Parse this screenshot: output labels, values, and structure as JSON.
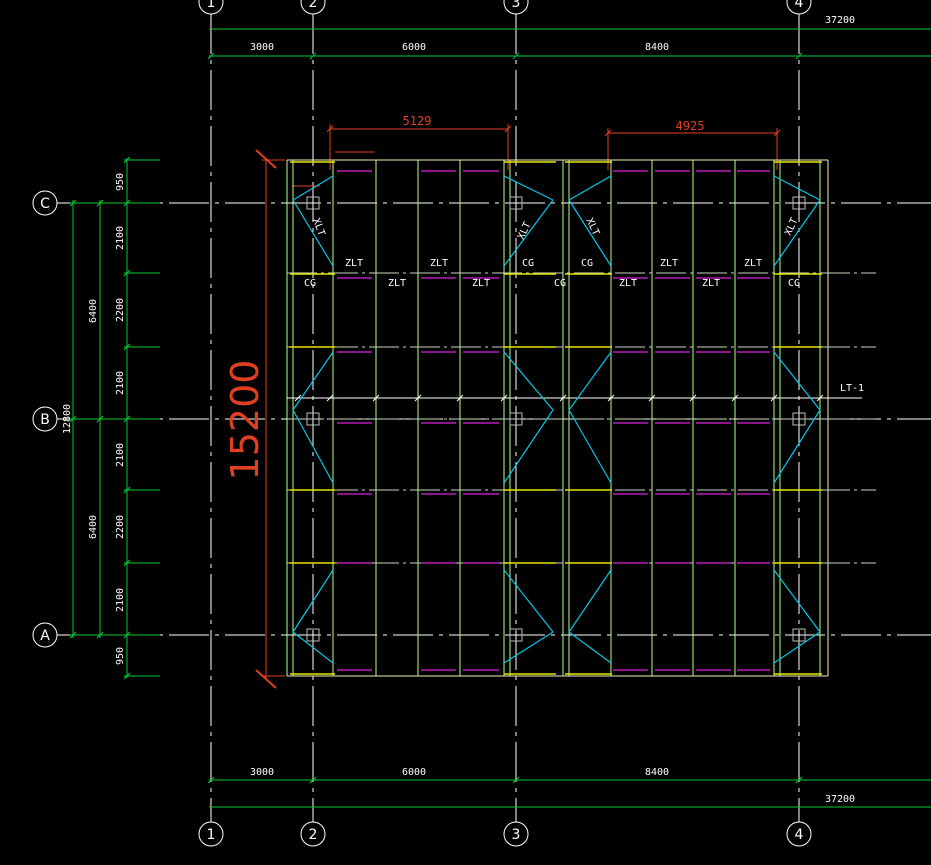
{
  "colors": {
    "background": "#000000",
    "axis_line": "#ffffff",
    "dimension": "#00cc33",
    "structure": "#f0f0b0",
    "member_green": "#b4ff8c",
    "brace": "#00c8e6",
    "purple": "#dd22dd",
    "yellow": "#e6e600",
    "red_dim": "#e04020",
    "gray": "#bbbbbb"
  },
  "axes": {
    "vertical_top": [
      "1",
      "2",
      "3",
      "4"
    ],
    "vertical_bottom": [
      "1",
      "2",
      "3",
      "4"
    ],
    "horizontal": [
      "C",
      "B",
      "A"
    ]
  },
  "dimensions": {
    "top_total": "37200",
    "top_segments": [
      "3000",
      "6000",
      "8400"
    ],
    "bottom_total": "37200",
    "bottom_segments": [
      "3000",
      "6000",
      "8400"
    ],
    "red_top_left": "5129",
    "red_top_right": "4925",
    "red_overall": "15200",
    "left_outer": [
      "6400",
      "12800",
      "6400"
    ],
    "left_inner": [
      "950",
      "2100",
      "2200",
      "2100",
      "2100",
      "2200",
      "2100",
      "950"
    ]
  },
  "labels": {
    "zlt": "ZLT",
    "cg": "CG",
    "xlt": "XLT",
    "lt1": "LT-1"
  }
}
